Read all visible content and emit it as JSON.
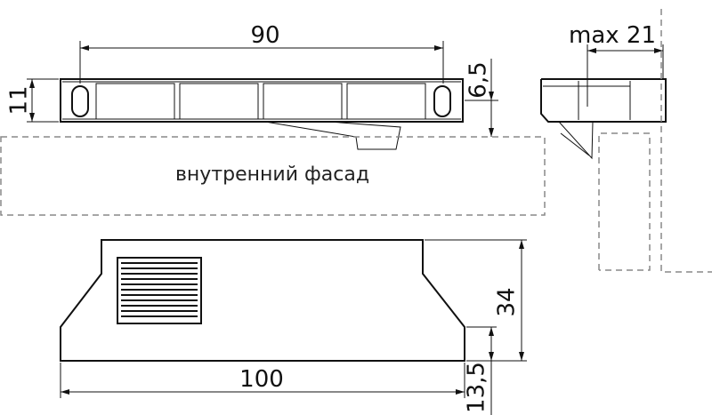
{
  "labels": {
    "facade": "внутренний фасад"
  },
  "dimensions": {
    "hole_spacing": "90",
    "height": "11",
    "step": "6,5",
    "max_thickness": "max 21",
    "length": "100",
    "depth": "34",
    "tab": "13,5"
  },
  "colors": {
    "line": "#111111",
    "dashed": "#888888",
    "background": "#ffffff"
  }
}
